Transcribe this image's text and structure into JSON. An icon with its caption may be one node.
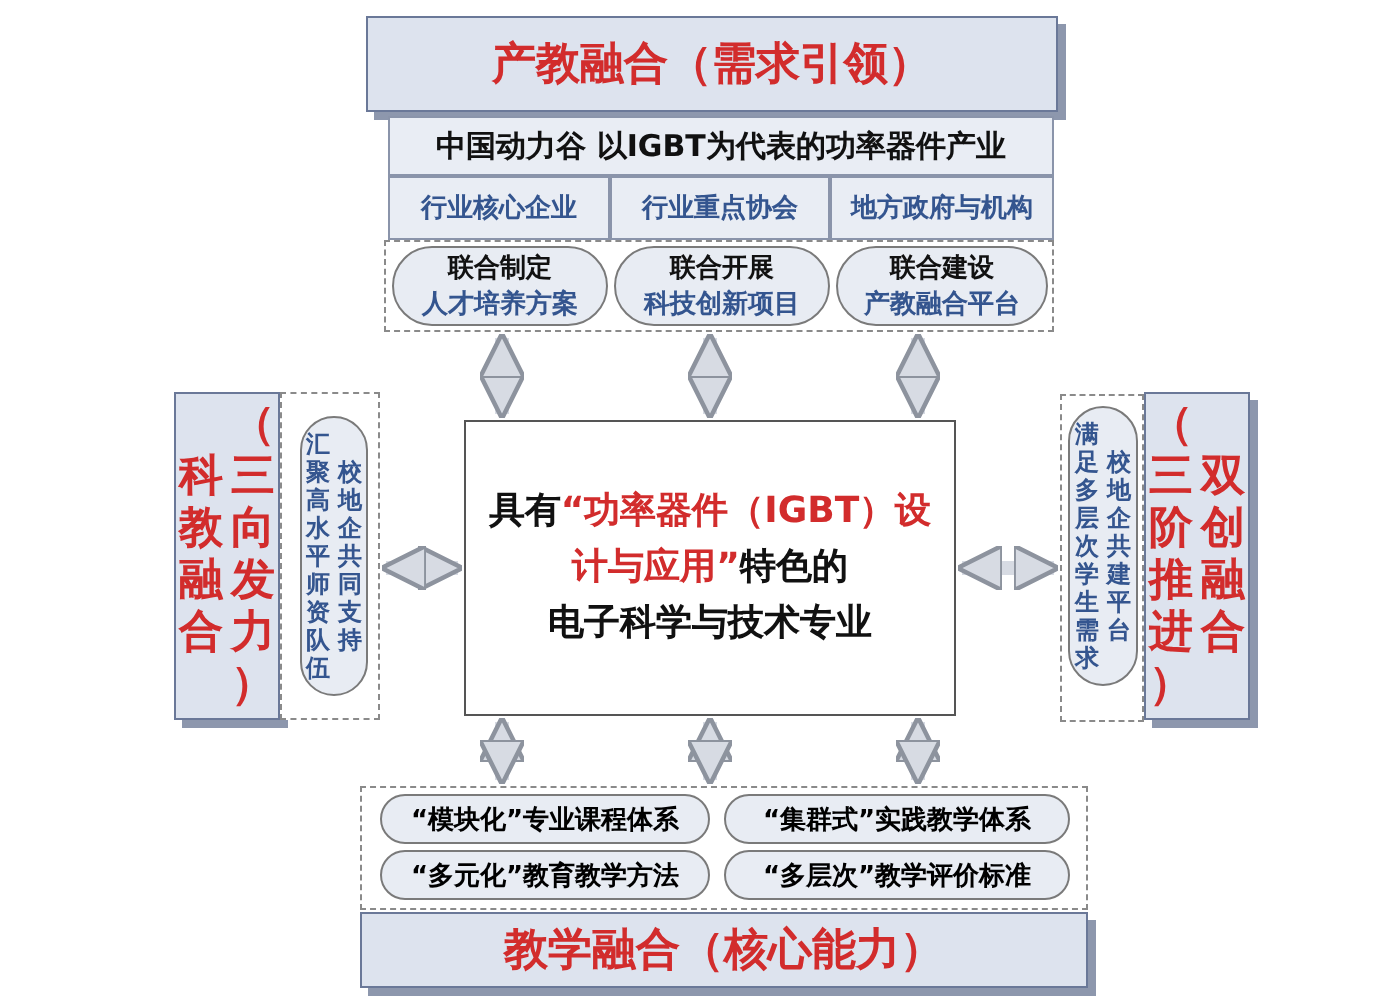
{
  "diagram": {
    "nodes": [
      {
        "text": [
          "产教融合（需求引领）"
        ]
      },
      {
        "text": [
          "中国动力谷 以IGBT为代表的功率器件产业"
        ]
      },
      {
        "text": [
          "行业核心企业"
        ]
      },
      {
        "text": [
          "行业重点协会"
        ]
      },
      {
        "text": [
          "地方政府与机构"
        ]
      },
      {
        "text": [],
        "shape": "box"
      },
      {
        "text": [
          "联合制定",
          "人才培养方案"
        ],
        "in": 5
      },
      {
        "text": [
          "联合开展",
          "科技创新项目"
        ],
        "in": 5
      },
      {
        "text": [
          "联合建设",
          "产教融合平台"
        ],
        "in": 5
      },
      {
        "text": [
          "科教融合",
          "（三向发力）"
        ]
      },
      {
        "text": [],
        "shape": "box"
      },
      {
        "text": [
          "汇聚高水平师资队伍",
          "校地企共同支持"
        ],
        "in": 10
      },
      {
        "text": [
          "具有",
          "“功率器件（IGBT）设计与应用”",
          "特色的",
          "电子科学与技术专业"
        ]
      },
      {
        "text": [],
        "shape": "box"
      },
      {
        "text": [
          "满足多层次学生需求",
          "校地企共建平台"
        ],
        "in": 13
      },
      {
        "text": [
          "（三阶推进）",
          "双创融合"
        ]
      },
      {
        "text": [],
        "shape": "box"
      },
      {
        "text": [
          "“模块化”专业课程体系"
        ],
        "in": 16
      },
      {
        "text": [
          "“集群式”实践教学体系"
        ],
        "in": 16
      },
      {
        "text": [
          "“多元化”教育教学方法"
        ],
        "in": 16
      },
      {
        "text": [
          "“多层次”教学评价标准"
        ],
        "in": 16
      },
      {
        "text": [
          "教学融合（核心能力）"
        ]
      }
    ],
    "edges": [
      {
        "from": 12,
        "to": 5,
        "arrow": "both"
      },
      {
        "from": 12,
        "to": 5,
        "arrow": "both"
      },
      {
        "from": 12,
        "to": 5,
        "arrow": "both"
      },
      {
        "from": 12,
        "to": 10,
        "arrow": "both"
      },
      {
        "from": 12,
        "to": 13,
        "arrow": "both"
      },
      {
        "from": 12,
        "to": 16,
        "arrow": "both"
      },
      {
        "from": 12,
        "to": 16,
        "arrow": "both"
      },
      {
        "from": 12,
        "to": 16,
        "arrow": "both"
      }
    ]
  }
}
